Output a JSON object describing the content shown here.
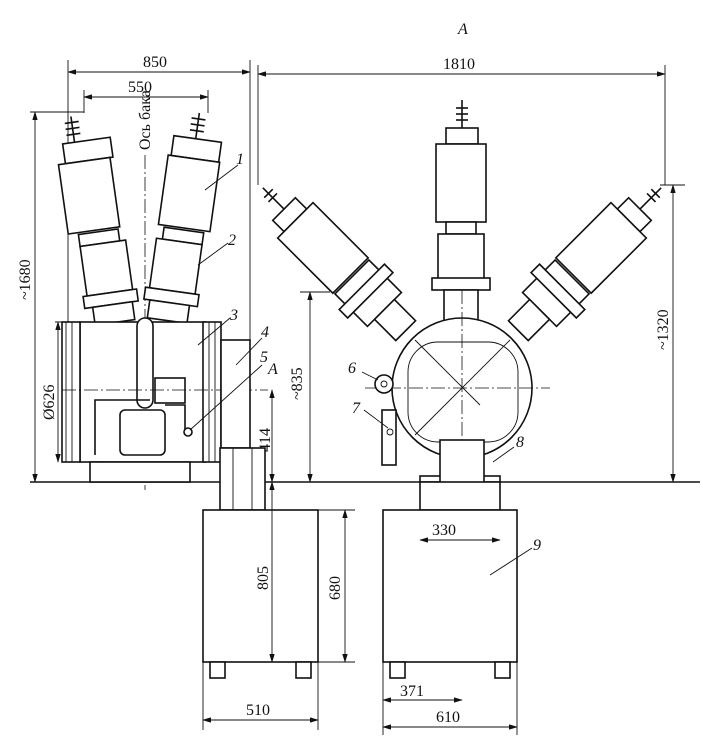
{
  "title": "А",
  "tank_axis_label": "Ось бака",
  "dimensions": {
    "overall_width_left": "850",
    "bushing_spacing": "550",
    "overall_height": "~1680",
    "tank_diameter": "Ø626",
    "axis_height": "414",
    "bushing_base_height": "~835",
    "overall_width_right": "1810",
    "side_bushing_height": "~1320",
    "column_width": "330",
    "support_height": "805",
    "cabinet_height": "680",
    "cabinet_width_left": "510",
    "cabinet_offset": "371",
    "cabinet_width_right": "610"
  },
  "section_mark": "А",
  "callouts": [
    "1",
    "2",
    "3",
    "4",
    "5",
    "6",
    "7",
    "8",
    "9"
  ]
}
